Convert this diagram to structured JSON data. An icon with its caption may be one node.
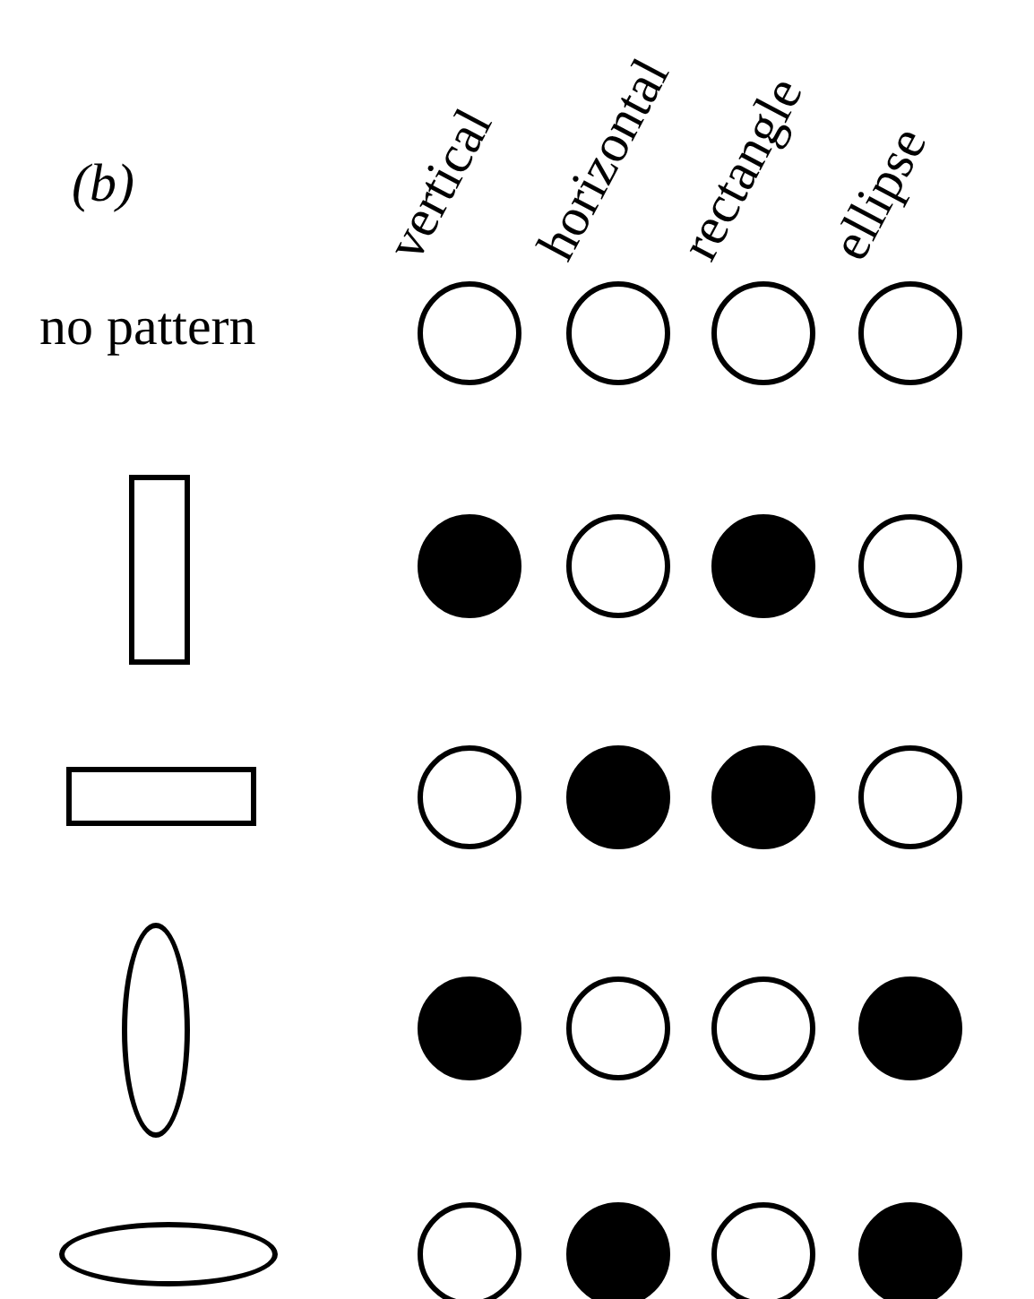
{
  "diagram": {
    "nodes": [
      {
        "text": [],
        "shape": "circle"
      },
      {
        "text": [],
        "shape": "circle"
      },
      {
        "text": [],
        "shape": "circle"
      },
      {
        "text": [],
        "shape": "circle"
      },
      {
        "text": [],
        "shape": "box"
      },
      {
        "text": [],
        "shape": "dot"
      },
      {
        "text": [],
        "shape": "circle"
      },
      {
        "text": [],
        "shape": "dot"
      },
      {
        "text": [],
        "shape": "circle"
      },
      {
        "text": [],
        "shape": "box"
      },
      {
        "text": [],
        "shape": "circle"
      },
      {
        "text": [],
        "shape": "dot"
      },
      {
        "text": [],
        "shape": "dot"
      },
      {
        "text": [],
        "shape": "circle"
      },
      {
        "text": [],
        "shape": "ellipse"
      },
      {
        "text": [],
        "shape": "dot"
      },
      {
        "text": [],
        "shape": "circle"
      },
      {
        "text": [],
        "shape": "circle"
      },
      {
        "text": [],
        "shape": "dot"
      },
      {
        "text": [],
        "shape": "ellipse"
      },
      {
        "text": [],
        "shape": "circle"
      },
      {
        "text": [],
        "shape": "dot"
      },
      {
        "text": [],
        "shape": "circle"
      },
      {
        "text": [],
        "shape": "dot"
      }
    ],
    "labels": [
      "(b)",
      "vertical",
      "horizontal",
      "rectangle",
      "ellipse",
      "no pattern"
    ]
  }
}
